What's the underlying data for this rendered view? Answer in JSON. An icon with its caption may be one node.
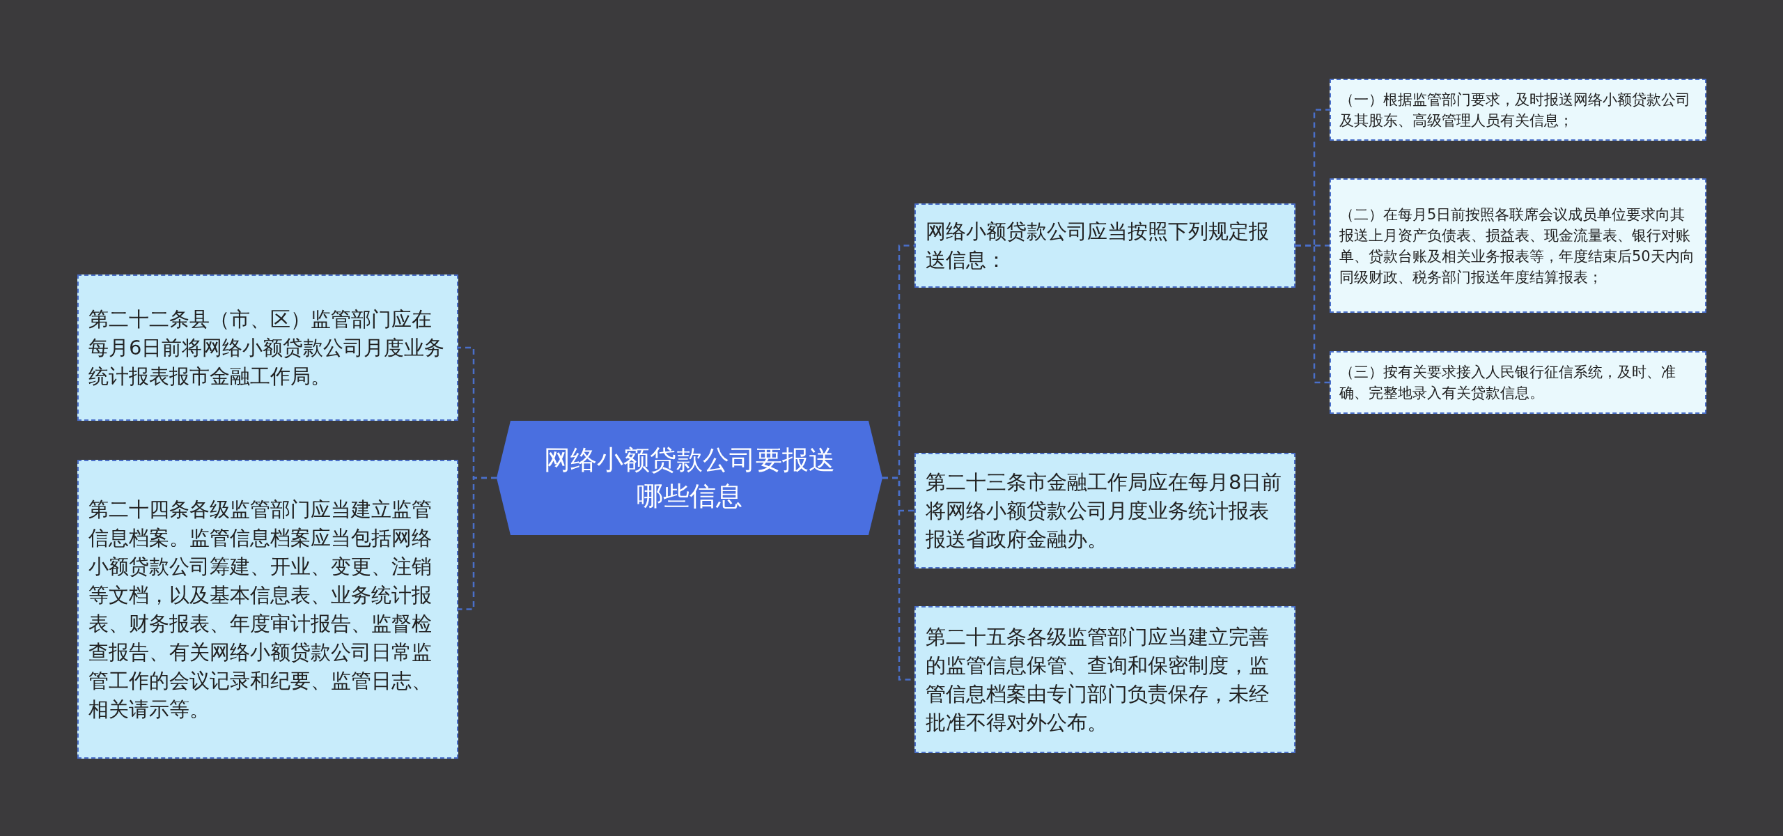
{
  "diagram": {
    "nodes": [
      {
        "text": [
          "网络小额贷款公司要报送哪些信息"
        ]
      },
      {
        "text": [
          "第二十二条县（市、区）监管部门应在每月6日前将网络小额贷款公司月度业务统计报表报市金融工作局。"
        ]
      },
      {
        "text": [
          "第二十四条各级监管部门应当建立监管信息档案。监管信息档案应当包括网络小额贷款公司筹建、开业、变更、注销等文档，以及基本信息表、业务统计报表、财务报表、年度审计报告、监督检查报告、有关网络小额贷款公司日常监管工作的会议记录和纪要、监管日志、相关请示等。"
        ]
      },
      {
        "text": [
          "网络小额贷款公司应当按照下列规定报送信息："
        ]
      },
      {
        "text": [
          "第二十三条市金融工作局应在每月8日前将网络小额贷款公司月度业务统计报表报送省政府金融办。"
        ]
      },
      {
        "text": [
          "第二十五条各级监管部门应当建立完善的监管信息保管、查询和保密制度，监管信息档案由专门部门负责保存，未经批准不得对外公布。"
        ]
      },
      {
        "text": [
          "（一）根据监管部门要求，及时报送网络小额贷款公司及其股东、高级管理人员有关信息；"
        ]
      },
      {
        "text": [
          "（二）在每月5日前按照各联席会议成员单位要求向其报送上月资产负债表、损益表、现金流量表、银行对账单、贷款台账及相关业务报表等，年度结束后50天内向同级财政、税务部门报送年度结算报表；"
        ]
      },
      {
        "text": [
          "（三）按有关要求接入人民银行征信系统，及时、准确、完整地录入有关贷款信息。"
        ]
      }
    ],
    "edges": [
      {
        "from": 0,
        "to": 1,
        "arrow": "none",
        "style": "dashed"
      },
      {
        "from": 0,
        "to": 2,
        "arrow": "none",
        "style": "dashed"
      },
      {
        "from": 0,
        "to": 3,
        "arrow": "none",
        "style": "dashed"
      },
      {
        "from": 0,
        "to": 4,
        "arrow": "none",
        "style": "dashed"
      },
      {
        "from": 0,
        "to": 5,
        "arrow": "none",
        "style": "dashed"
      },
      {
        "from": 3,
        "to": 6,
        "arrow": "none",
        "style": "dashed"
      },
      {
        "from": 3,
        "to": 7,
        "arrow": "none",
        "style": "dashed"
      },
      {
        "from": 3,
        "to": 8,
        "arrow": "none",
        "style": "dashed"
      }
    ]
  }
}
